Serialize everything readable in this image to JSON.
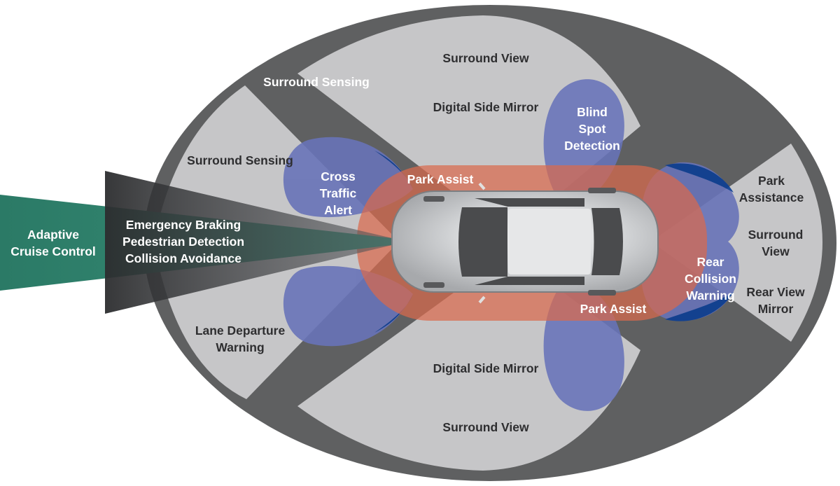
{
  "colors": {
    "outer_oval": "#5f6061",
    "sensor_zone": "#c6c6c8",
    "radar_cone": "#3a3b3d",
    "acc_beam": "#2e7d68",
    "blue_lobe": "#6873b8",
    "blue_lobe_edge": "#0b3e94",
    "park_assist": "#d96a4c",
    "car_body": "#c9cbcd",
    "car_glass": "#4a4b4d"
  },
  "labels": {
    "surround_view_top": "Surround View",
    "digital_side_mirror_top": "Digital Side Mirror",
    "surround_sensing_top": "Surround Sensing",
    "surround_sensing_left": "Surround Sensing",
    "blind_spot_detection": [
      "Blind",
      "Spot",
      "Detection"
    ],
    "cross_traffic_alert": [
      "Cross",
      "Traffic",
      "Alert"
    ],
    "park_assist_front": "Park Assist",
    "park_assist_rear": "Park Assist",
    "adaptive_cruise_control": [
      "Adaptive",
      "Cruise Control"
    ],
    "emergency_functions": [
      "Emergency Braking",
      "Pedestrian Detection",
      "Collision Avoidance"
    ],
    "park_assistance": [
      "Park",
      "Assistance"
    ],
    "surround_view_right": [
      "Surround",
      "View"
    ],
    "rear_view_mirror": [
      "Rear View",
      "Mirror"
    ],
    "rear_collision_warning": [
      "Rear",
      "Collision",
      "Warning"
    ],
    "lane_departure_warning": [
      "Lane Departure",
      "Warning"
    ],
    "digital_side_mirror_bottom": "Digital Side Mirror",
    "surround_view_bottom": "Surround View"
  }
}
